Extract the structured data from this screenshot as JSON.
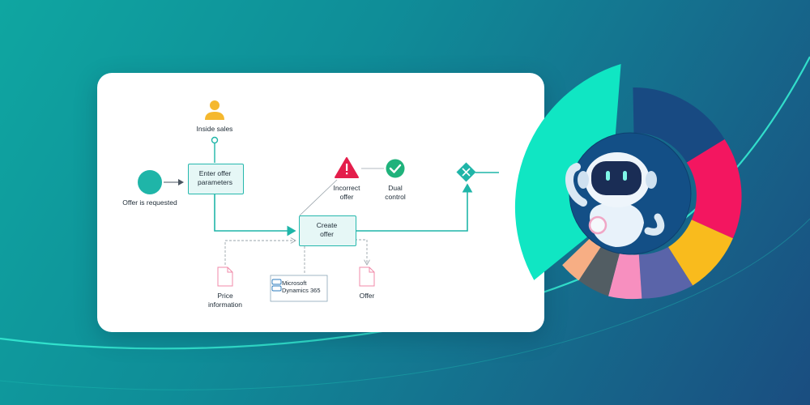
{
  "diagram": {
    "nodes": {
      "start_label": "Offer is requested",
      "role_label": "Inside sales",
      "task_enter": "Enter offer\nparameters",
      "task_create": "Create\noffer",
      "warning_label": "Incorrect\noffer",
      "check_label": "Dual\ncontrol",
      "price_doc_label": "Price\ninformation",
      "offer_doc_label": "Offer",
      "system_label": "Microsoft\nDynamics 365"
    }
  },
  "colors": {
    "teal": "#1fb5a8",
    "warning": "#e41e4b",
    "success": "#1fb27b",
    "person": "#f5b82e",
    "ring_teal": "#10e6c3",
    "ring_navy": "#184a82",
    "ring_pink": "#f31660",
    "ring_yellow": "#f9bb1d",
    "ring_purple": "#5a64a9",
    "ring_light_pink": "#f78fbf",
    "ring_gray": "#525d63",
    "ring_peach": "#f7ae84"
  },
  "icons": [
    "person-icon",
    "warning-icon",
    "check-icon",
    "exclusive-gateway-icon",
    "document-icon",
    "database-icon",
    "robot-icon"
  ]
}
